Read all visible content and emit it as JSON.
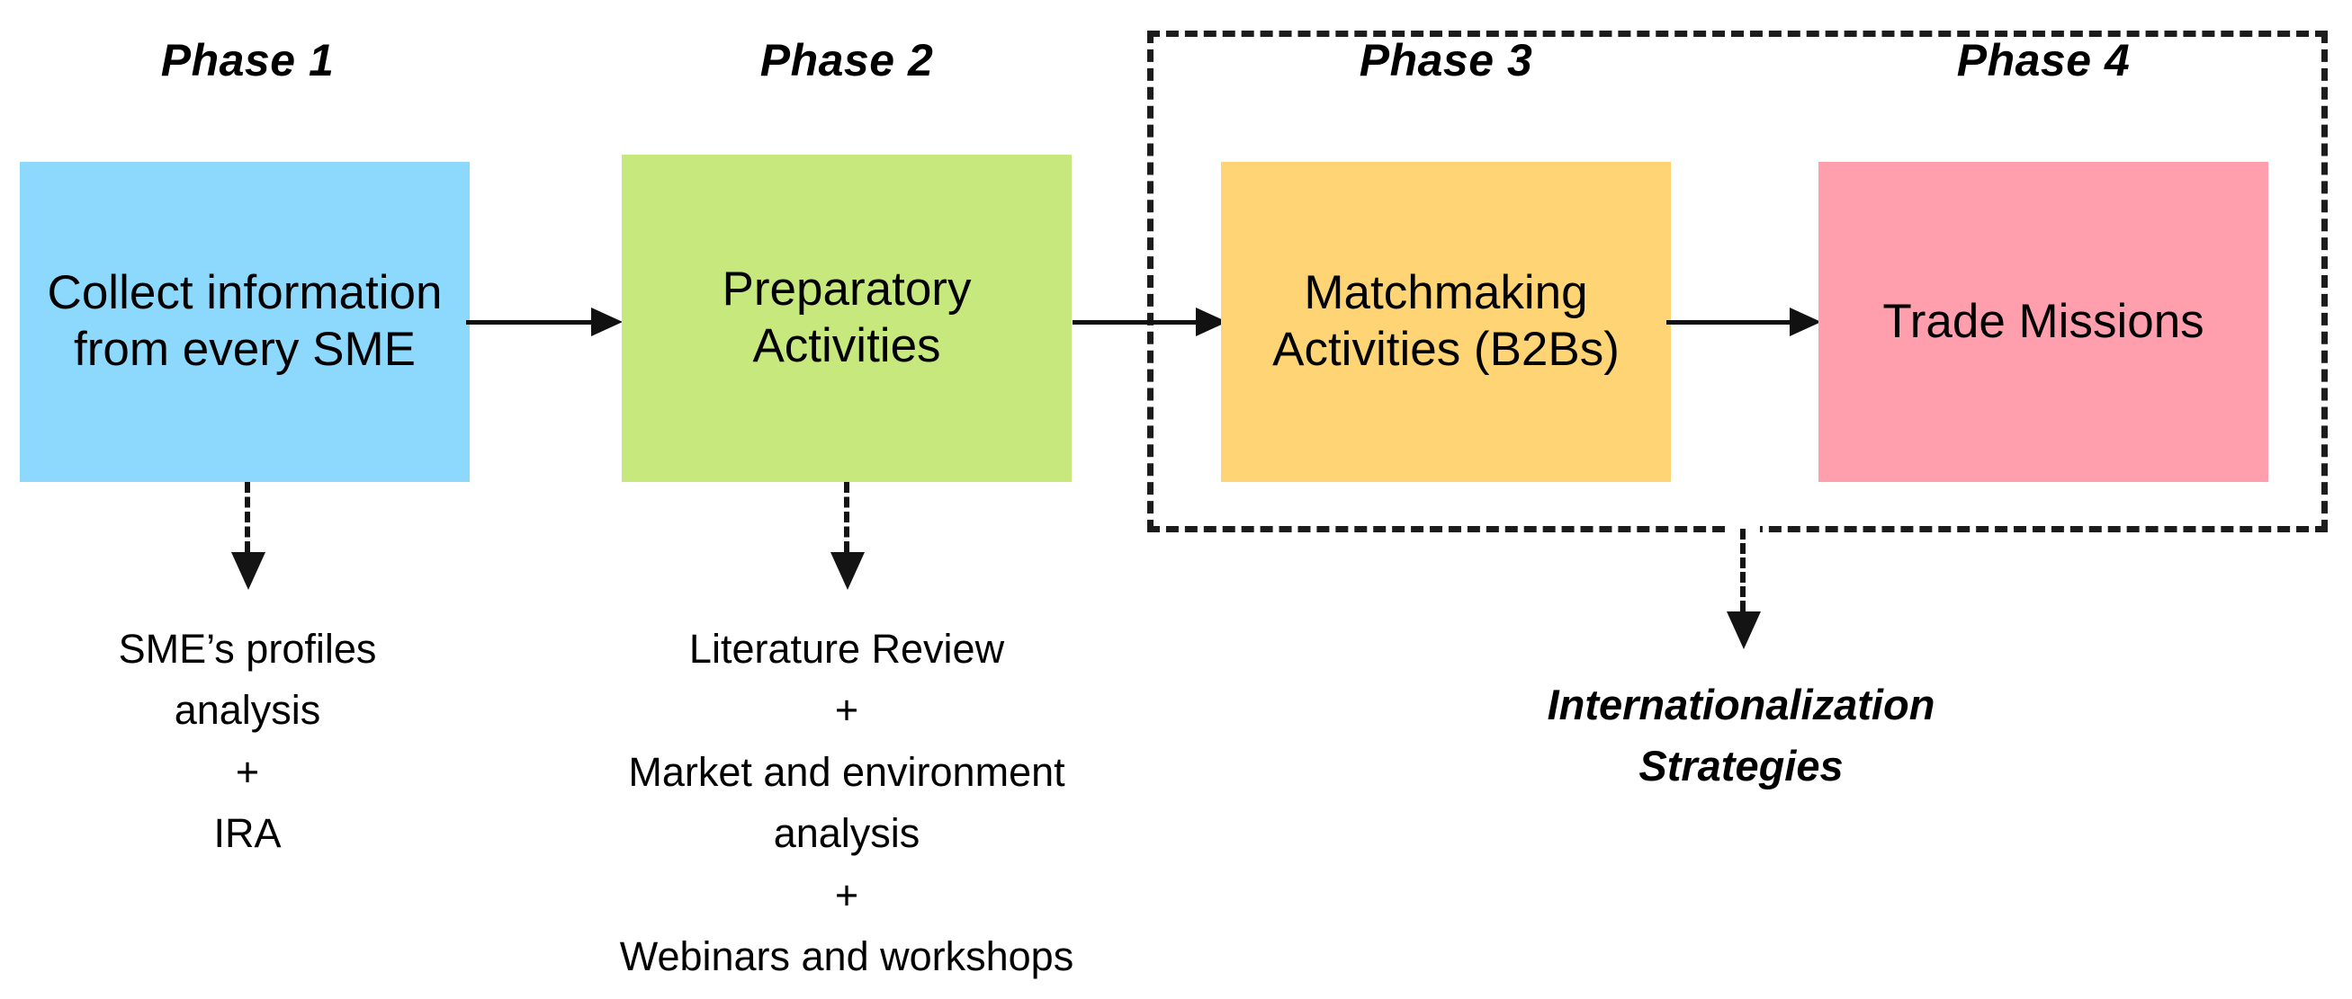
{
  "diagram": {
    "title": "SME internationalization four-phase process",
    "background_color": "#ffffff",
    "group_frame": {
      "style": "dashed",
      "color": "#1c1c1c",
      "encloses": [
        "Phase 3",
        "Phase 4"
      ]
    },
    "phases": [
      {
        "label": "Phase 1",
        "box_text": "Collect information from every SME",
        "box_color": "#8DD8FD",
        "caption_lines": [
          "SME’s profiles",
          "analysis",
          "+",
          "IRA"
        ]
      },
      {
        "label": "Phase 2",
        "box_text": "Preparatory Activities",
        "box_color": "#C6E87C",
        "caption_lines": [
          "Literature Review",
          "+",
          "Market and environment",
          "analysis",
          "+",
          "Webinars and workshops"
        ]
      },
      {
        "label": "Phase 3",
        "box_text": "Matchmaking Activities (B2Bs)",
        "box_color": "#FED474",
        "caption_lines": []
      },
      {
        "label": "Phase 4",
        "box_text": "Trade Missions",
        "box_color": "#FF9EAC",
        "caption_lines": []
      }
    ],
    "outcome": {
      "caption_lines": [
        "Internationalization",
        "Strategies"
      ]
    },
    "connectors": [
      {
        "from": "Phase 1",
        "to": "Phase 2",
        "style": "solid-arrow",
        "direction": "right"
      },
      {
        "from": "Phase 2",
        "to": "Phase 3",
        "style": "solid-arrow",
        "direction": "right"
      },
      {
        "from": "Phase 3",
        "to": "Phase 4",
        "style": "solid-arrow",
        "direction": "right"
      },
      {
        "from": "Phase 1",
        "to": "SME’s profiles analysis + IRA",
        "style": "dashed-arrow",
        "direction": "down"
      },
      {
        "from": "Phase 2",
        "to": "Literature Review + Market and environment analysis + Webinars and workshops",
        "style": "dashed-arrow",
        "direction": "down"
      },
      {
        "from": "Phase 3 and Phase 4 group",
        "to": "Internationalization Strategies",
        "style": "dashed-arrow",
        "direction": "down"
      }
    ]
  }
}
